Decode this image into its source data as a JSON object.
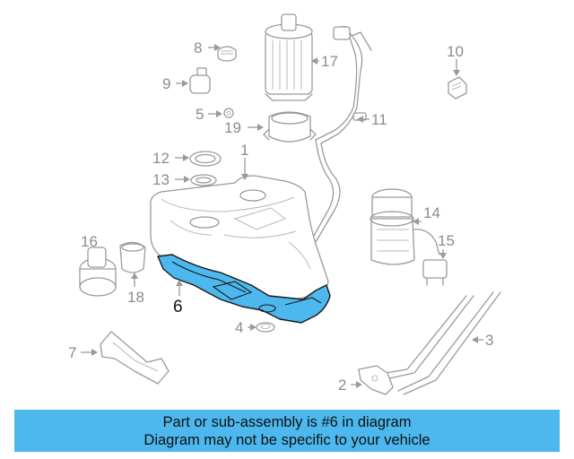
{
  "callouts": {
    "c1": "1",
    "c2": "2",
    "c3": "3",
    "c4": "4",
    "c5": "5",
    "c6": "6",
    "c7": "7",
    "c8": "8",
    "c9": "9",
    "c10": "10",
    "c11": "11",
    "c12": "12",
    "c13": "13",
    "c14": "14",
    "c15": "15",
    "c16": "16",
    "c17": "17",
    "c18": "18",
    "c19": "19"
  },
  "highlighted_part": "6",
  "highlight_color": "#4cb8ee",
  "banner": {
    "line1": "Part or sub-assembly is #6 in diagram",
    "line2": "Diagram may not be specific to your vehicle"
  }
}
